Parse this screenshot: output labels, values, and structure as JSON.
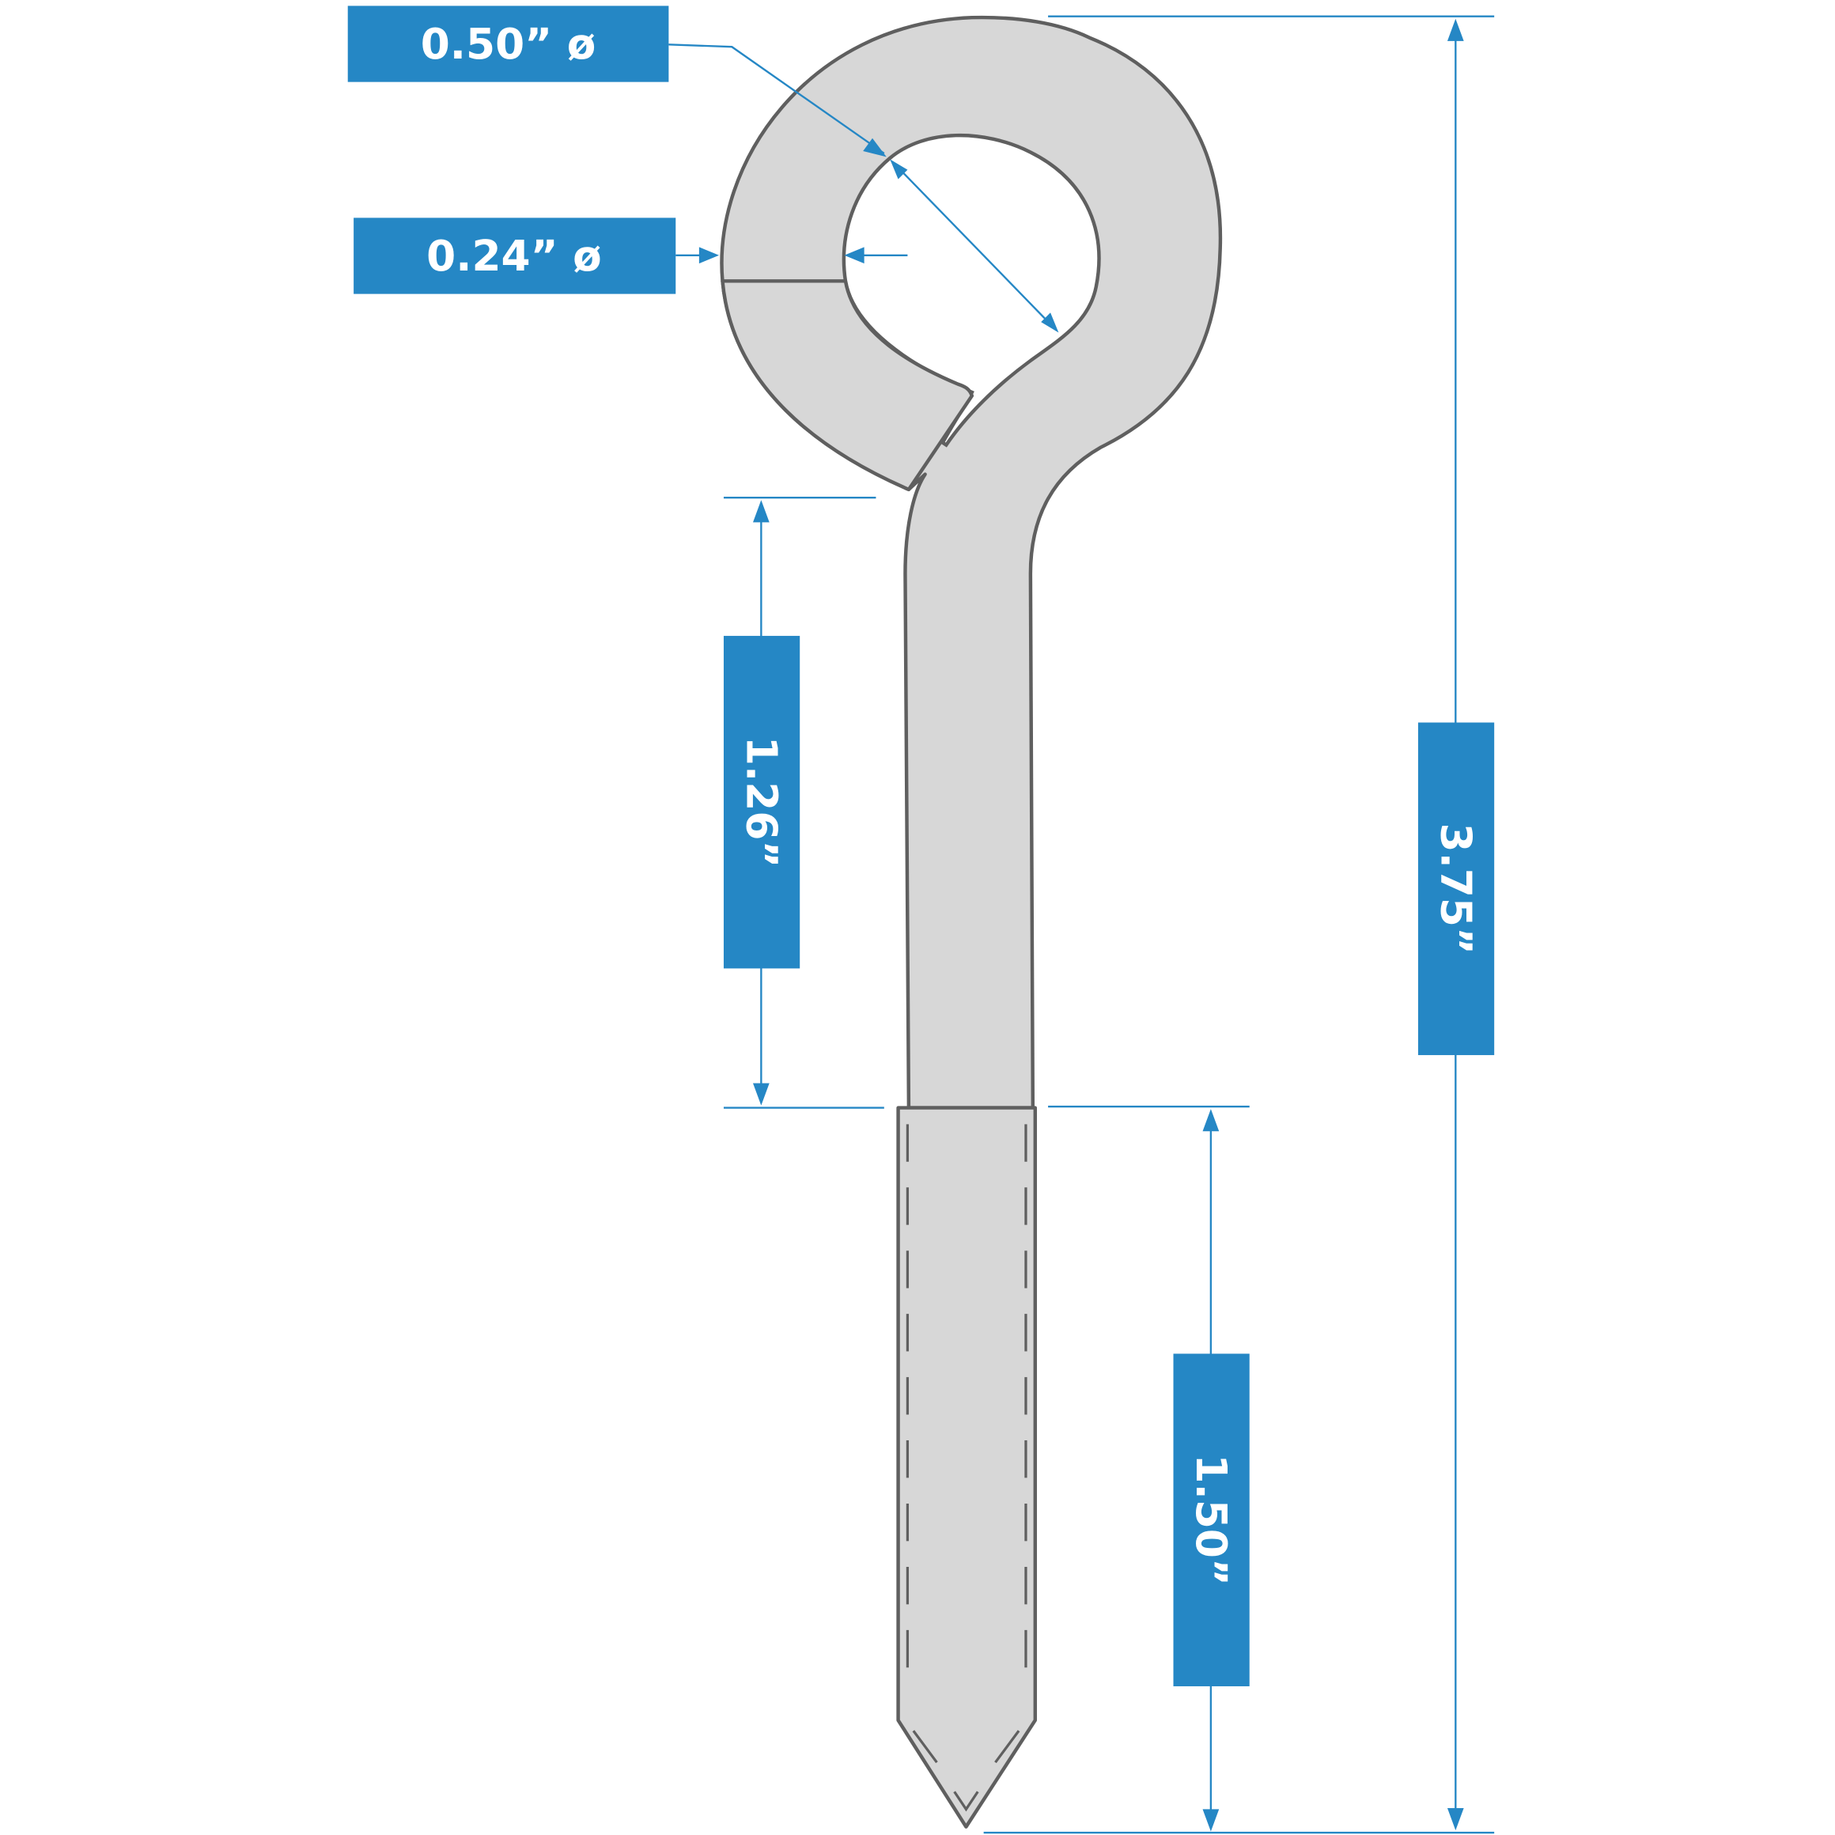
{
  "diagram": {
    "subject": "Eye screw with threaded shank",
    "accent_color": "#2587c5",
    "part_fill": "#d7d7d7",
    "part_stroke": "#5f5f5f"
  },
  "dimensions": {
    "inner_eye_diameter": "0.50” ø",
    "wire_diameter": "0.24” ø",
    "unthreaded_shank_length": "1.26”",
    "overall_length": "3.75”",
    "thread_length": "1.50”"
  }
}
